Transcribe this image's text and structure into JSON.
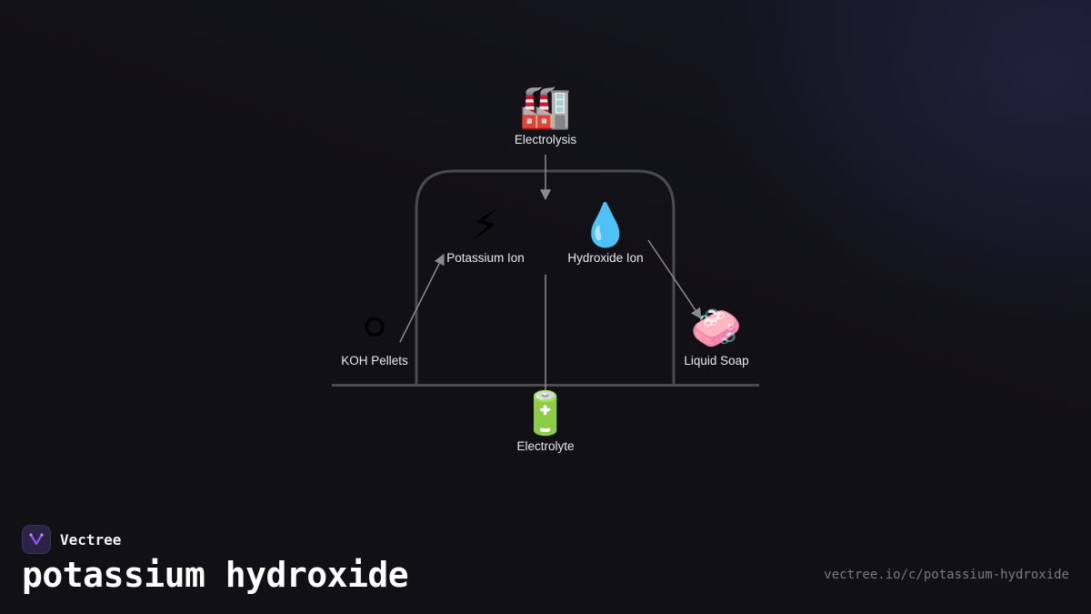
{
  "brand": {
    "name": "Vectree"
  },
  "title": "potassium hydroxide",
  "url": "vectree.io/c/potassium-hydroxide",
  "colors": {
    "background": "#111015",
    "edge": "#8a8a90",
    "frame": "#4a4a4f",
    "accent": "#9b5cff"
  },
  "nodes": [
    {
      "id": "electrolysis",
      "label": "Electrolysis",
      "icon": "factory-icon",
      "emoji": "🏭"
    },
    {
      "id": "potassium_ion",
      "label": "Potassium Ion",
      "icon": "lightning-icon",
      "emoji": "⚡"
    },
    {
      "id": "hydroxide_ion",
      "label": "Hydroxide Ion",
      "icon": "droplet-icon",
      "emoji": "💧"
    },
    {
      "id": "koh_pellets",
      "label": "KOH Pellets",
      "icon": "white-circle-icon",
      "emoji": "⚪"
    },
    {
      "id": "liquid_soap",
      "label": "Liquid Soap",
      "icon": "soap-icon",
      "emoji": "🧼"
    },
    {
      "id": "electrolyte",
      "label": "Electrolyte",
      "icon": "battery-icon",
      "emoji": "🔋"
    }
  ],
  "edges": [
    {
      "from": "electrolysis",
      "to": "hydroxide_ion"
    },
    {
      "from": "koh_pellets",
      "to": "potassium_ion"
    },
    {
      "from": "hydroxide_ion",
      "to": "liquid_soap"
    },
    {
      "from": "electrolysis",
      "to": "electrolyte"
    }
  ]
}
